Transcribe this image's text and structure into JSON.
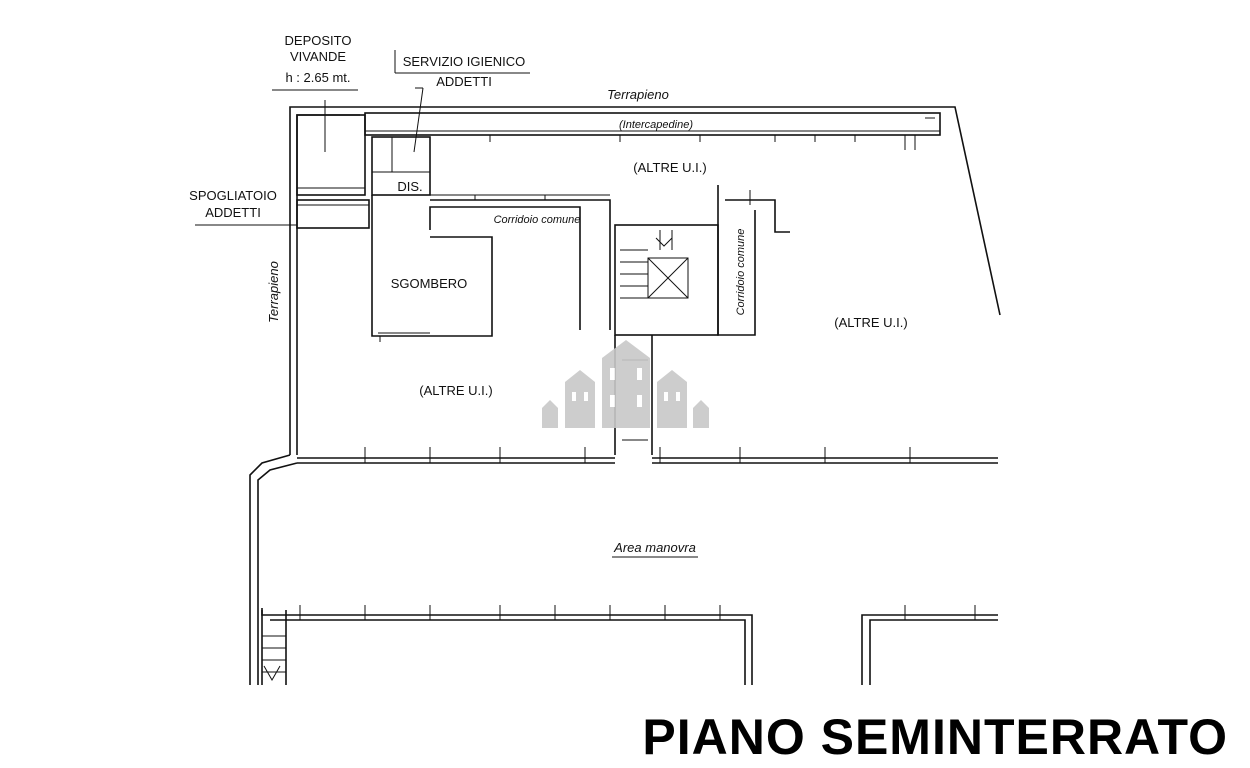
{
  "labels": {
    "deposito_line1": "DEPOSITO",
    "deposito_line2": "VIVANDE",
    "deposito_height": "h : 2.65 mt.",
    "servizio_line1": "SERVIZIO IGIENICO",
    "servizio_line2": "ADDETTI",
    "terrapieno_top": "Terrapieno",
    "intercapedine": "(Intercapedine)",
    "altre_top": "(ALTRE U.I.)",
    "dis": "DIS.",
    "spogliatoio_line1": "SPOGLIATOIO",
    "spogliatoio_line2": "ADDETTI",
    "corridoio_h": "Corridoio comune",
    "corridoio_v": "Corridoio comune",
    "terrapieno_left": "Terrapieno",
    "sgombero": "SGOMBERO",
    "altre_right": "(ALTRE U.I.)",
    "altre_left": "(ALTRE U.I.)",
    "area_manovra": "Area manovra"
  },
  "title": "PIANO SEMINTERRATO",
  "colors": {
    "line": "#111111",
    "watermark": "#c8c8c8"
  },
  "icons": {
    "watermark": "buildings-watermark-icon"
  }
}
